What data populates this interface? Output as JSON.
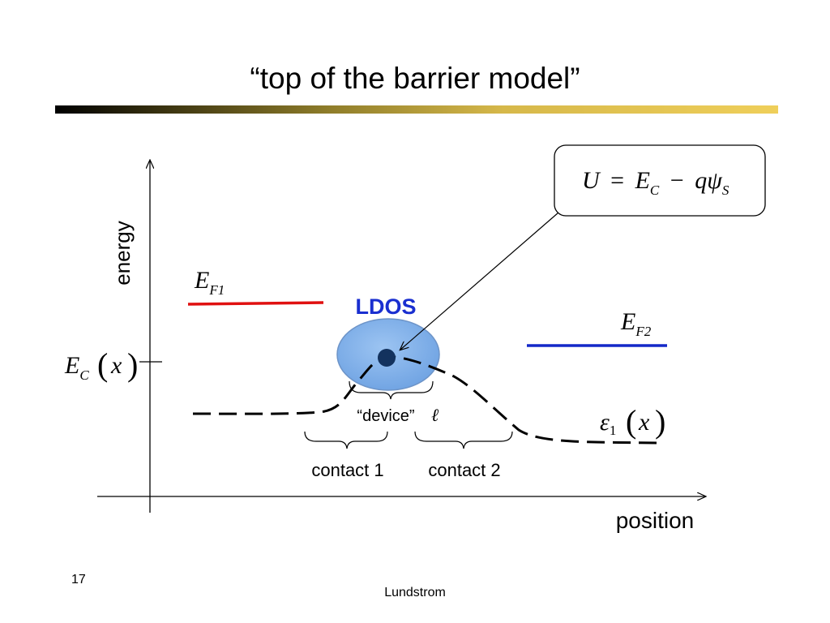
{
  "slide": {
    "title": "“top of the barrier model”",
    "number": "17",
    "footer": "Lundstrom"
  },
  "diagram": {
    "y_axis_label": "energy",
    "x_axis_label": "position",
    "ef1": {
      "main": "E",
      "sub": "F1"
    },
    "ef2": {
      "main": "E",
      "sub": "F2"
    },
    "ec": {
      "main": "E",
      "sub": "C",
      "arg": "x"
    },
    "eps1": {
      "main": "ε",
      "sub": "1",
      "arg": "x"
    },
    "ldos_label": "LDOS",
    "device_label": "“device”",
    "device_symbol": "ℓ",
    "contact1_label": "contact 1",
    "contact2_label": "contact 2",
    "equation": {
      "lhs": "U",
      "eq": "=",
      "e": "E",
      "e_sub": "C",
      "minus": "−",
      "q": "q",
      "psi": "ψ",
      "psi_sub": "S"
    },
    "colors": {
      "ef1_line": "#e01010",
      "ef2_line": "#1428c8",
      "ldos_text": "#1a2fd0",
      "ldos_fill": "#7fb0ea",
      "ldos_stroke": "#6d94c8",
      "title_rule_dark": "#000000",
      "title_rule_light": "#efcf5a"
    }
  }
}
